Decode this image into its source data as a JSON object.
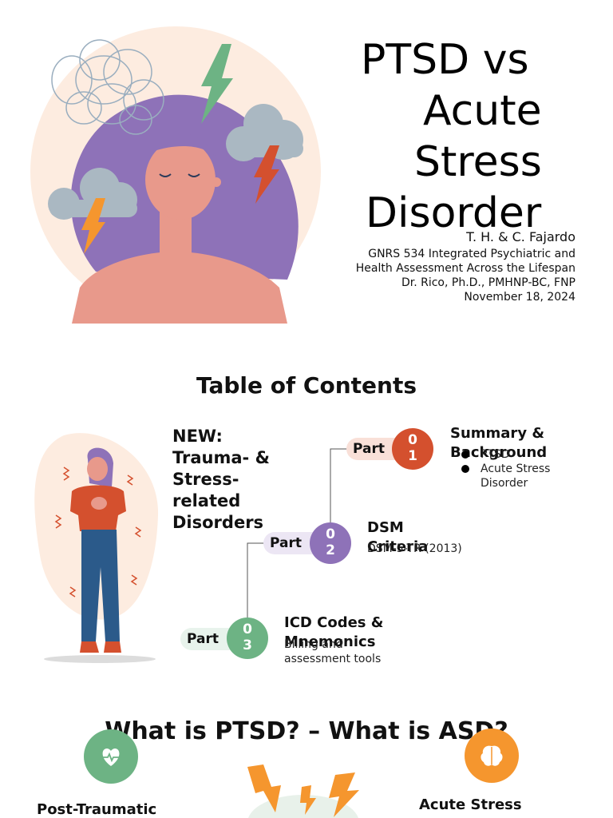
{
  "slide1": {
    "title_lines": [
      "PTSD vs",
      "Acute",
      "Stress",
      "Disorder"
    ],
    "authors": "T. H. & C. Fajardo",
    "course_line1": "GNRS 534 Integrated Psychiatric and",
    "course_line2": "Health Assessment Across the Lifespan",
    "instructor": "Dr. Rico, Ph.D., PMHNP-BC, FNP",
    "date": "November 18, 2024"
  },
  "toc": {
    "title": "Table of Contents",
    "new_label_lines": [
      "NEW:",
      "Trauma- &",
      "Stress-",
      "related",
      "Disorders"
    ],
    "parts": [
      {
        "pill": "Part",
        "digit1": "0",
        "digit2": "1",
        "heading_lines": [
          "Summary &",
          "Background"
        ],
        "bullets": [
          "PTSD",
          "Acute Stress",
          "Disorder"
        ]
      },
      {
        "pill": "Part",
        "digit1": "0",
        "digit2": "2",
        "heading_lines": [
          "DSM",
          "Criteria"
        ],
        "sub": "DSM-5-TR (2013)"
      },
      {
        "pill": "Part",
        "digit1": "0",
        "digit2": "3",
        "heading_lines": [
          "ICD Codes &",
          "Mnemonics"
        ],
        "sub_lines": [
          "Billing and",
          "assessment tools"
        ]
      }
    ],
    "colors": {
      "part1": "#d4502e",
      "part2": "#8e72b8",
      "part3": "#6db384"
    }
  },
  "slide3": {
    "title": "What is PTSD? – What is ASD?",
    "left_label": "Post-Traumatic",
    "right_label": "Acute Stress",
    "icons": [
      "heart-pulse-icon",
      "brain-icon"
    ]
  }
}
